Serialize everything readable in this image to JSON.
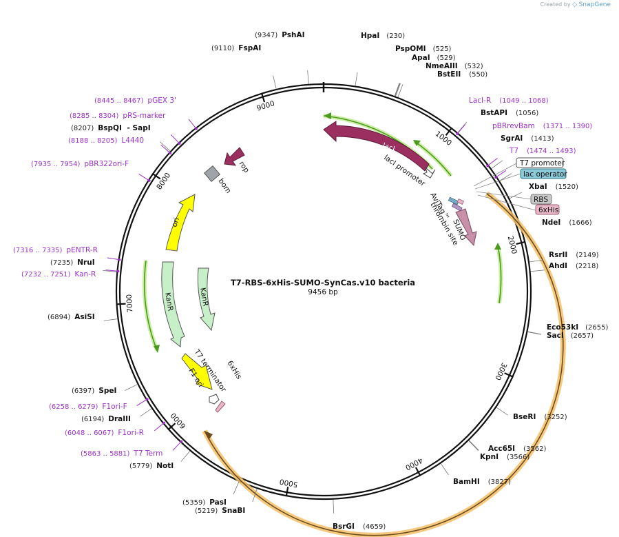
{
  "credit": {
    "prefix": "Created by",
    "brand": "SnapGene"
  },
  "plasmid": {
    "name": "T7-RBS-6xHis-SUMO-SynCas.v10 bacteria",
    "size_label": "9456 bp",
    "length": 9456
  },
  "ticks": [
    {
      "pos": 1000,
      "label": "1000"
    },
    {
      "pos": 2000,
      "label": "2000"
    },
    {
      "pos": 3000,
      "label": "3000"
    },
    {
      "pos": 4000,
      "label": "4000"
    },
    {
      "pos": 5000,
      "label": "5000"
    },
    {
      "pos": 6000,
      "label": "6000"
    },
    {
      "pos": 7000,
      "label": "7000"
    },
    {
      "pos": 8000,
      "label": "8000"
    },
    {
      "pos": 9000,
      "label": "9000"
    }
  ],
  "sites": [
    {
      "name": "HpaI",
      "pos": "(230)",
      "bp": 230
    },
    {
      "name": "PspOMI",
      "pos": "(525)",
      "bp": 525
    },
    {
      "name": "ApaI",
      "pos": "(529)",
      "bp": 529
    },
    {
      "name": "NmeAIII",
      "pos": "(532)",
      "bp": 532
    },
    {
      "name": "BstEII",
      "pos": "(550)",
      "bp": 550
    },
    {
      "name": "BstAPI",
      "pos": "(1056)",
      "bp": 1056
    },
    {
      "name": "SgrAI",
      "pos": "(1413)",
      "bp": 1413
    },
    {
      "name": "XbaI",
      "pos": "(1520)",
      "bp": 1520
    },
    {
      "name": "NdeI",
      "pos": "(1666)",
      "bp": 1666
    },
    {
      "name": "RsrII",
      "pos": "(2149)",
      "bp": 2149
    },
    {
      "name": "AhdI",
      "pos": "(2218)",
      "bp": 2218
    },
    {
      "name": "Eco53kI",
      "pos": "(2655)",
      "bp": 2655
    },
    {
      "name": "SacI",
      "pos": "(2657)",
      "bp": 2657
    },
    {
      "name": "BseRI",
      "pos": "(3252)",
      "bp": 3252
    },
    {
      "name": "Acc65I",
      "pos": "(3562)",
      "bp": 3562
    },
    {
      "name": "KpnI",
      "pos": "(3566)",
      "bp": 3566
    },
    {
      "name": "BamHI",
      "pos": "(3827)",
      "bp": 3827
    },
    {
      "name": "BsrGI",
      "pos": "(4659)",
      "bp": 4659
    },
    {
      "name": "SnaBI",
      "pos": "(5219)",
      "bp": 5219
    },
    {
      "name": "PasI",
      "pos": "(5359)",
      "bp": 5359
    },
    {
      "name": "NotI",
      "pos": "(5779)",
      "bp": 5779
    },
    {
      "name": "DraIII",
      "pos": "(6194)",
      "bp": 6194
    },
    {
      "name": "SpeI",
      "pos": "(6397)",
      "bp": 6397
    },
    {
      "name": "AsiSI",
      "pos": "(6894)",
      "bp": 6894
    },
    {
      "name": "NruI",
      "pos": "(7235)",
      "bp": 7235
    },
    {
      "name": "BspQI",
      "name2": " - SapI",
      "pos": "(8207)",
      "bp": 8207
    },
    {
      "name": "FspAI",
      "pos": "(9110)",
      "bp": 9110
    },
    {
      "name": "PshAI",
      "pos": "(9347)",
      "bp": 9347
    }
  ],
  "primers": [
    {
      "name": "LacI-R",
      "pos": "(1049 .. 1068)",
      "bp": 1058
    },
    {
      "name": "pBRrevBam",
      "pos": "(1371 .. 1390)",
      "bp": 1380
    },
    {
      "name": "T7",
      "pos": "(1474 .. 1493)",
      "bp": 1483
    },
    {
      "name": "Kan-R",
      "pos": "(7232 .. 7251)",
      "bp": 7241
    },
    {
      "name": "pENTR-R",
      "pos": "(7316 .. 7335)",
      "bp": 7325
    },
    {
      "name": "pBR322ori-F",
      "pos": "(7935 .. 7954)",
      "bp": 7944
    },
    {
      "name": "L4440",
      "pos": "(8188 .. 8205)",
      "bp": 8196
    },
    {
      "name": "pRS-marker",
      "pos": "(8285 .. 8304)",
      "bp": 8294
    },
    {
      "name": "pGEX 3'",
      "pos": "(8445 .. 8467)",
      "bp": 8456
    },
    {
      "name": "F1ori-R",
      "pos": "(6048 .. 6067)",
      "bp": 6057
    },
    {
      "name": "F1ori-F",
      "pos": "(6258 .. 6279)",
      "bp": 6268
    },
    {
      "name": "T7 Term",
      "pos": "(5863 .. 5881)",
      "bp": 5872
    }
  ],
  "boxed_labels": [
    {
      "name": "T7 promoter",
      "fill": "#ffffff",
      "stroke": "#555555"
    },
    {
      "name": "lac operator",
      "fill": "#8cc9d6",
      "stroke": "#2b7a8a"
    },
    {
      "name": "RBS",
      "fill": "#c8c8c8",
      "stroke": "#777777"
    },
    {
      "name": "6xHis",
      "fill": "#e8b8c8",
      "stroke": "#9a5b74"
    }
  ],
  "features": [
    {
      "name": "lacI",
      "color": "#9b2f5f"
    },
    {
      "name": "lacI promoter",
      "color": "#ffffff"
    },
    {
      "name": "AviTag™",
      "color": "#7aaec8"
    },
    {
      "name": "thrombin site",
      "color": "#b098c0"
    },
    {
      "name": "SUMO",
      "color": "#c890a8"
    },
    {
      "name": "bom",
      "color": "#a0a4a8"
    },
    {
      "name": "rop",
      "color": "#9b2f5f"
    },
    {
      "name": "ori",
      "color": "#ffff00"
    },
    {
      "name": "KanR",
      "color": "#c8f0c8"
    },
    {
      "name": "KanR",
      "color": "#c8f0c8"
    },
    {
      "name": "T7 terminator",
      "color": "#ffffff"
    },
    {
      "name": "F1 ori",
      "color": "#ffff00"
    },
    {
      "name": "6xHis",
      "color": "#e8b8c8"
    }
  ],
  "colors": {
    "backbone": "#111111",
    "orf": "#f5a623",
    "orf_line": "#6b4c1a",
    "orf_green": "#4a9a20",
    "orf_green_glow": "#c8ec9a",
    "primer": "#9b30c8"
  }
}
